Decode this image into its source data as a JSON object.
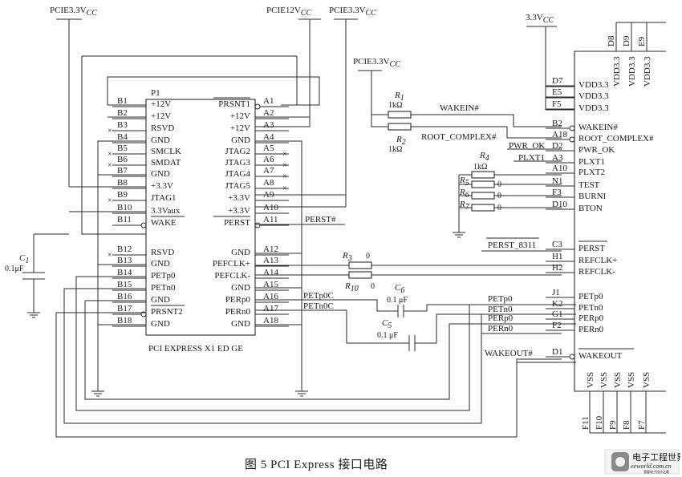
{
  "caption": "图 5   PCI Express 接口电路",
  "power_labels": {
    "p1": "PCIE3.3V",
    "p2": "PCIE12V",
    "p3": "PCIE3.3V",
    "p4": "PCIE3.3V",
    "p5": "3.3V",
    "sub": "CC"
  },
  "connector": {
    "ref": "P1",
    "name": "PCI EXPRESS X1 ED GE",
    "b_pins": [
      {
        "pin": "B1",
        "sig": "+12V"
      },
      {
        "pin": "B2",
        "sig": "+12V"
      },
      {
        "pin": "B3",
        "sig": "RSVD"
      },
      {
        "pin": "B4",
        "sig": "GND"
      },
      {
        "pin": "B5",
        "sig": "SMCLK"
      },
      {
        "pin": "B6",
        "sig": "SMDAT"
      },
      {
        "pin": "B7",
        "sig": "GND"
      },
      {
        "pin": "B8",
        "sig": "+3.3V"
      },
      {
        "pin": "B9",
        "sig": "JTAG1"
      },
      {
        "pin": "B10",
        "sig": "3.3Vaux"
      },
      {
        "pin": "B11",
        "sig": "WAKE"
      },
      {
        "pin": "B12",
        "sig": "RSVD"
      },
      {
        "pin": "B13",
        "sig": "GND"
      },
      {
        "pin": "B14",
        "sig": "PETp0"
      },
      {
        "pin": "B15",
        "sig": "PETn0"
      },
      {
        "pin": "B16",
        "sig": "GND"
      },
      {
        "pin": "B17",
        "sig": "PRSNT2"
      },
      {
        "pin": "B18",
        "sig": "GND"
      }
    ],
    "a_pins": [
      {
        "pin": "A1",
        "sig": "PRSNT1"
      },
      {
        "pin": "A2",
        "sig": "+12V"
      },
      {
        "pin": "A3",
        "sig": "+12V"
      },
      {
        "pin": "A4",
        "sig": "GND"
      },
      {
        "pin": "A5",
        "sig": "JTAG2"
      },
      {
        "pin": "A6",
        "sig": "JTAG3"
      },
      {
        "pin": "A7",
        "sig": "JTAG4"
      },
      {
        "pin": "A8",
        "sig": "JTAG5"
      },
      {
        "pin": "A9",
        "sig": "+3.3V"
      },
      {
        "pin": "A10",
        "sig": "+3.3V"
      },
      {
        "pin": "A11",
        "sig": "PERST"
      },
      {
        "pin": "A12",
        "sig": "GND"
      },
      {
        "pin": "A13",
        "sig": "PEFCLK+"
      },
      {
        "pin": "A14",
        "sig": "PEFCLK-"
      },
      {
        "pin": "A15",
        "sig": "GND"
      },
      {
        "pin": "A16",
        "sig": "PERp0"
      },
      {
        "pin": "A17",
        "sig": "PERn0"
      },
      {
        "pin": "A18",
        "sig": "GND"
      }
    ]
  },
  "components": {
    "C1": {
      "ref": "C",
      "sub": "1",
      "value": "0.1μF"
    },
    "R1": {
      "ref": "R",
      "sub": "1",
      "value": "1kΩ"
    },
    "R2": {
      "ref": "R",
      "sub": "2",
      "value": "1kΩ"
    },
    "R3": {
      "ref": "R",
      "sub": "3",
      "value": "0"
    },
    "R4": {
      "ref": "R",
      "sub": "4",
      "value": "1kΩ"
    },
    "R5": {
      "ref": "R",
      "sub": "5",
      "value": "0"
    },
    "R6": {
      "ref": "R",
      "sub": "6",
      "value": "0"
    },
    "R7": {
      "ref": "R",
      "sub": "7",
      "value": "0"
    },
    "R10": {
      "ref": "R",
      "sub": "10",
      "value": "0"
    },
    "C5": {
      "ref": "C",
      "sub": "5",
      "value": "0.1 μF"
    },
    "C6": {
      "ref": "C",
      "sub": "6",
      "value": "0.1 μF"
    }
  },
  "nets": {
    "wakein": "WAKEIN#",
    "root_complex": "ROOT_COMPLEX#",
    "pwr_ok": "PWR_OK",
    "plxt1": "PLXT1",
    "perst": "PERST#",
    "perst_8311": "PERST_8311",
    "petp0c": "PETp0C",
    "petn0c": "PETn0C",
    "petp0": "PETp0",
    "petn0": "PETn0",
    "perp0": "PERp0",
    "pern0": "PERn0",
    "wakeout": "WAKEOUT#"
  },
  "chip": {
    "top_pins": [
      {
        "pin": "D8",
        "sig": "VDD3.3"
      },
      {
        "pin": "D9",
        "sig": "VDD3.3"
      },
      {
        "pin": "E9",
        "sig": "VDD3.3"
      }
    ],
    "left_pins": [
      {
        "pin": "D7",
        "sig": "VDD3.3"
      },
      {
        "pin": "E5",
        "sig": "VDD3.3"
      },
      {
        "pin": "F5",
        "sig": "VDD3.3"
      },
      {
        "pin": "B2",
        "sig": "WAKEIN#"
      },
      {
        "pin": "A18",
        "sig": "ROOT_COMPLEX#"
      },
      {
        "pin": "D2",
        "sig": "PWR_OK"
      },
      {
        "pin": "A3",
        "sig": "PLXT1"
      },
      {
        "pin": "A10",
        "sig": "PLXT2"
      },
      {
        "pin": "N1",
        "sig": "TEST"
      },
      {
        "pin": "F3",
        "sig": "BURNI"
      },
      {
        "pin": "D10",
        "sig": "BTON"
      },
      {
        "pin": "C3",
        "sig": "PERST"
      },
      {
        "pin": "H1",
        "sig": "REFCLK+"
      },
      {
        "pin": "H2",
        "sig": "REFCLK-"
      },
      {
        "pin": "J1",
        "sig": "PETp0"
      },
      {
        "pin": "K2",
        "sig": "PETn0"
      },
      {
        "pin": "G1",
        "sig": "PERp0"
      },
      {
        "pin": "F2",
        "sig": "PERn0"
      },
      {
        "pin": "D1",
        "sig": "WAKEOUT"
      }
    ],
    "bottom_pins": [
      {
        "pin": "F11",
        "sig": "VSS"
      },
      {
        "pin": "F10",
        "sig": "VSS"
      },
      {
        "pin": "F9",
        "sig": "VSS"
      },
      {
        "pin": "F8",
        "sig": "VSS"
      },
      {
        "pin": "F7",
        "sig": "VSS"
      }
    ]
  },
  "watermark": {
    "cn": "电子工程世界",
    "en": "eeworld.com.cn",
    "tag": "我要电子设计之最"
  }
}
